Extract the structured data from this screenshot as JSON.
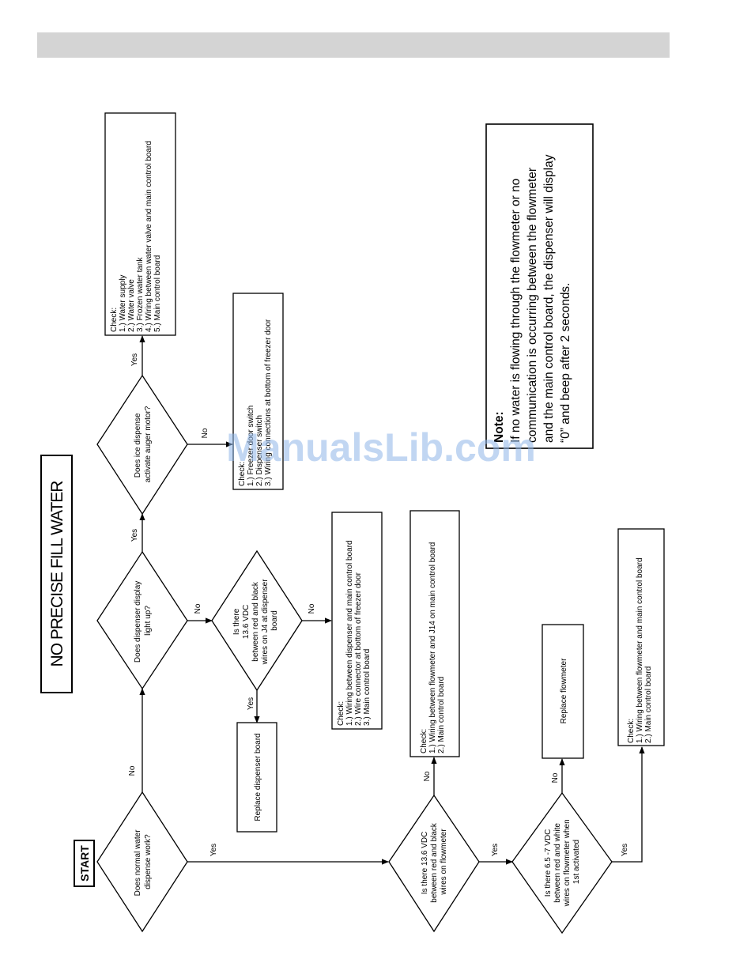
{
  "title": "NO PRECISE FILL WATER",
  "start_label": "START",
  "watermark": "ManualsLib.com",
  "branch_labels": {
    "yes": "Yes",
    "no": "No"
  },
  "decisions": {
    "normal_water": [
      "Does normal water",
      "dispense work?"
    ],
    "display_light": [
      "Does dispenser display",
      "light up?"
    ],
    "ice_auger": [
      "Does ice dispense",
      "activate auger motor?"
    ],
    "j4_voltage": [
      "Is there",
      "13.6 VDC",
      "between red and black",
      "wires on J4 at dispenser",
      "board"
    ],
    "flowmeter_voltage": [
      "Is there 13.6 VDC",
      "between red and black",
      "wires on flowmeter"
    ],
    "flowmeter_white": [
      "Is there 6.5 -7 VDC",
      "between red and white",
      "wires on flowmeter when",
      "1st activated"
    ]
  },
  "actions": {
    "water_supply_check": [
      "Check:",
      "1.) Water supply",
      "2.) Water valve",
      "3.) Frozen water tank",
      "4.) Wiring between water valve and main control board",
      "5.) Main control board"
    ],
    "door_switch_check": [
      "Check:",
      "1.) Freezer door switch",
      "2.) Dispenser switch",
      "3.) Wiring connections at bottom of freezer door"
    ],
    "replace_dispenser": [
      "Replace dispenser board"
    ],
    "dispenser_wiring_check": [
      "Check:",
      "1.) Wiring between dispenser and main control board",
      "2.) Wire connector at bottom of freezer door",
      "3.) Main control board"
    ],
    "j14_check": [
      "Check:",
      "1.) Wiring between flowmeter and J14 on main control board",
      "2.) Main control board"
    ],
    "replace_flowmeter": [
      "Replace flowmeter"
    ],
    "flowmeter_wiring_check": [
      "Check:",
      "1.) Wiring between flowmeter and main control board",
      "2.) Main control board"
    ]
  },
  "note": {
    "heading": "Note:",
    "lines": [
      "If no water is flowing through the flowmeter or no",
      "communication is occurring between the flowmeter",
      "and the main control board, the dispenser will display",
      "“0” and beep after 2 seconds."
    ]
  }
}
